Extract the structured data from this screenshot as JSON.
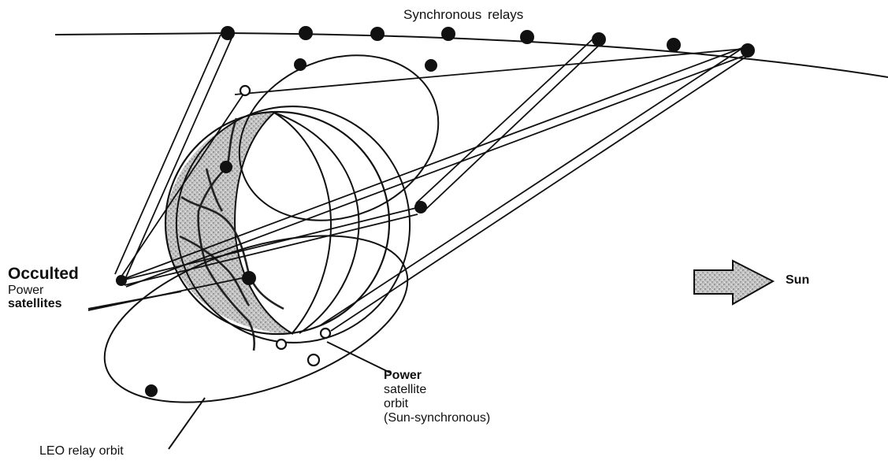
{
  "labels": {
    "synchronous_relays": "Synchronous  relays",
    "occulted_title": "Occulted",
    "occulted_line1": "Power",
    "occulted_line2": "satellites",
    "sun": "Sun",
    "power_satellite_orbit_line1": "Power",
    "power_satellite_orbit_line2": "satellite",
    "power_satellite_orbit_line3": "orbit",
    "power_satellite_orbit_line4": "(Sun-synchronous)",
    "leo_relay_orbit": "LEO relay orbit"
  },
  "colors": {
    "ink": "#111111",
    "earth_shadow": "#b8b8b8",
    "sun_arrow": "#b8b8b8",
    "background": "#ffffff"
  },
  "icons": {
    "sun_arrow": "right-arrow-icon"
  }
}
